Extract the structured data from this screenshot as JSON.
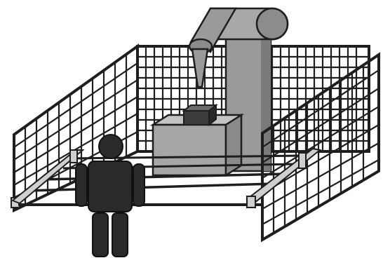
{
  "scene": {
    "background": "#ffffff",
    "colors": {
      "fence_line": "#1e1e1e",
      "robot_fill": "#9a9a9a",
      "robot_dark": "#5a5a5a",
      "table_fill": "#a6a6a6",
      "workpiece_fill": "#3c3c3c",
      "operator_fill": "#2a2a2a",
      "rail_fill": "#cfcfcf"
    },
    "elements": [
      "industrial-robot-arm",
      "safety-fence",
      "work-table",
      "workpiece",
      "light-curtain-rails",
      "human-operator"
    ]
  }
}
